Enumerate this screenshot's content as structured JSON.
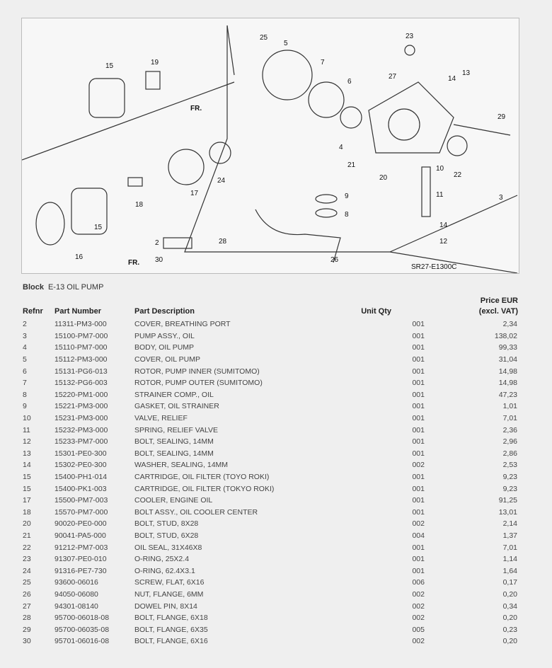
{
  "diagram": {
    "callouts": [
      "15",
      "19",
      "FR.",
      "17",
      "24",
      "18",
      "16",
      "15",
      "2",
      "30",
      "FR.",
      "25",
      "5",
      "7",
      "6",
      "27",
      "23",
      "14",
      "13",
      "29",
      "4",
      "21",
      "20",
      "10",
      "22",
      "11",
      "3",
      "9",
      "8",
      "28",
      "14",
      "12",
      "26"
    ],
    "code": "SR27-E1300C"
  },
  "block": {
    "label": "Block",
    "value": "E-13 OIL PUMP"
  },
  "headers": {
    "refnr": "Refnr",
    "part_number": "Part Number",
    "description": "Part Description",
    "unit_qty": "Unit Qty",
    "price_line1": "Price EUR",
    "price_line2": "(excl. VAT)"
  },
  "rows": [
    [
      "2",
      "11311-PM3-000",
      "COVER, BREATHING PORT",
      "001",
      "2,34"
    ],
    [
      "3",
      "15100-PM7-000",
      "PUMP ASSY., OIL",
      "001",
      "138,02"
    ],
    [
      "4",
      "15110-PM7-000",
      "BODY, OIL PUMP",
      "001",
      "99,33"
    ],
    [
      "5",
      "15112-PM3-000",
      "COVER, OIL PUMP",
      "001",
      "31,04"
    ],
    [
      "6",
      "15131-PG6-013",
      "ROTOR, PUMP INNER (SUMITOMO)",
      "001",
      "14,98"
    ],
    [
      "7",
      "15132-PG6-003",
      "ROTOR, PUMP OUTER (SUMITOMO)",
      "001",
      "14,98"
    ],
    [
      "8",
      "15220-PM1-000",
      "STRAINER COMP., OIL",
      "001",
      "47,23"
    ],
    [
      "9",
      "15221-PM3-000",
      "GASKET, OIL STRAINER",
      "001",
      "1,01"
    ],
    [
      "10",
      "15231-PM3-000",
      "VALVE, RELIEF",
      "001",
      "7,01"
    ],
    [
      "11",
      "15232-PM3-000",
      "SPRING, RELIEF VALVE",
      "001",
      "2,36"
    ],
    [
      "12",
      "15233-PM7-000",
      "BOLT, SEALING, 14MM",
      "001",
      "2,96"
    ],
    [
      "13",
      "15301-PE0-300",
      "BOLT, SEALING, 14MM",
      "001",
      "2,86"
    ],
    [
      "14",
      "15302-PE0-300",
      "WASHER, SEALING, 14MM",
      "002",
      "2,53"
    ],
    [
      "15",
      "15400-PH1-014",
      "CARTRIDGE, OIL FILTER (TOYO ROKI)",
      "001",
      "9,23"
    ],
    [
      "15",
      "15400-PK1-003",
      "CARTRIDGE, OIL FILTER (TOKYO ROKI)",
      "001",
      "9,23"
    ],
    [
      "17",
      "15500-PM7-003",
      "COOLER, ENGINE OIL",
      "001",
      "91,25"
    ],
    [
      "18",
      "15570-PM7-000",
      "BOLT ASSY., OIL COOLER CENTER",
      "001",
      "13,01"
    ],
    [
      "20",
      "90020-PE0-000",
      "BOLT, STUD, 8X28",
      "002",
      "2,14"
    ],
    [
      "21",
      "90041-PA5-000",
      "BOLT, STUD, 6X28",
      "004",
      "1,37"
    ],
    [
      "22",
      "91212-PM7-003",
      "OIL SEAL, 31X46X8",
      "001",
      "7,01"
    ],
    [
      "23",
      "91307-PE0-010",
      "O-RING, 25X2.4",
      "001",
      "1,14"
    ],
    [
      "24",
      "91316-PE7-730",
      "O-RING, 62.4X3.1",
      "001",
      "1,64"
    ],
    [
      "25",
      "93600-06016",
      "SCREW, FLAT, 6X16",
      "006",
      "0,17"
    ],
    [
      "26",
      "94050-06080",
      "NUT, FLANGE, 6MM",
      "002",
      "0,20"
    ],
    [
      "27",
      "94301-08140",
      "DOWEL PIN, 8X14",
      "002",
      "0,34"
    ],
    [
      "28",
      "95700-06018-08",
      "BOLT, FLANGE, 6X18",
      "002",
      "0,20"
    ],
    [
      "29",
      "95700-06035-08",
      "BOLT, FLANGE, 6X35",
      "005",
      "0,23"
    ],
    [
      "30",
      "95701-06016-08",
      "BOLT, FLANGE, 6X16",
      "002",
      "0,20"
    ]
  ]
}
